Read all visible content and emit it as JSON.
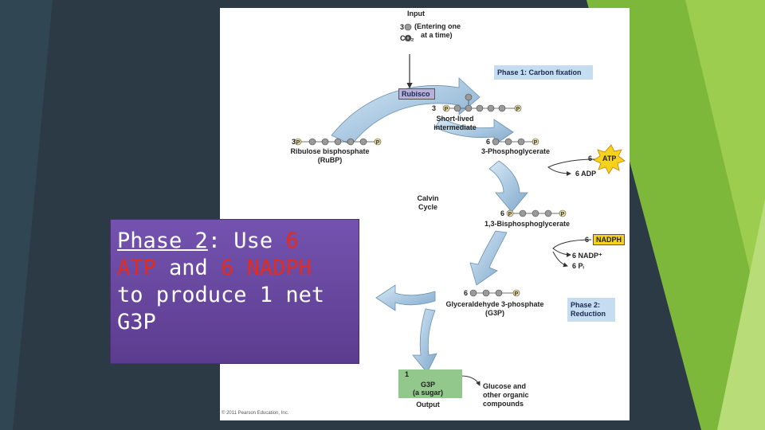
{
  "slide": {
    "colors": {
      "background": "#2b3a44",
      "accent_green": "#8cc63e",
      "callout": "#6a4aa4",
      "highlight": "#e42b1c"
    }
  },
  "diagram": {
    "input": {
      "title": "Input",
      "count": "3",
      "molecule": "CO₂",
      "note_line1": "(Entering one",
      "note_line2": "at a time)"
    },
    "phase1_label": "Phase 1: Carbon fixation",
    "rubisco_label": "Rubisco",
    "intermediate": {
      "count": "3",
      "label_line1": "Short-lived",
      "label_line2": "intermediate"
    },
    "pga": {
      "count": "6",
      "label": "3-Phosphoglycerate"
    },
    "atp": {
      "count": "6",
      "label": "ATP",
      "adp": "6 ADP"
    },
    "rubp": {
      "count": "3",
      "label_line1": "Ribulose bisphosphate",
      "label_line2": "(RuBP)"
    },
    "cycle_label_line1": "Calvin",
    "cycle_label_line2": "Cycle",
    "bpg": {
      "count": "6",
      "label": "1,3-Bisphosphoglycerate"
    },
    "nadph": {
      "count": "6",
      "label": "NADPH",
      "nadp": "6 NADP⁺",
      "pi": "6 Pᵢ"
    },
    "g3p": {
      "count": "6",
      "label_line1": "Glyceraldehyde 3-phosphate",
      "label_line2": "(G3P)"
    },
    "phase2_label_line1": "Phase 2:",
    "phase2_label_line2": "Reduction",
    "output": {
      "count": "1",
      "line1": "G3P",
      "line2": "(a sugar)",
      "title": "Output"
    },
    "glucose_line1": "Glucose and",
    "glucose_line2": "other organic",
    "glucose_line3": "compounds",
    "phosphate_symbol": "P",
    "copyright": "© 2011 Pearson Education, Inc."
  },
  "callout": {
    "phase": "Phase 2",
    "use_text": ": Use ",
    "atp_amount": "6",
    "atp_word": "ATP",
    "and_text": " and ",
    "nadph_text": "6 NADPH",
    "rest_text": "to produce 1 net G3P"
  }
}
